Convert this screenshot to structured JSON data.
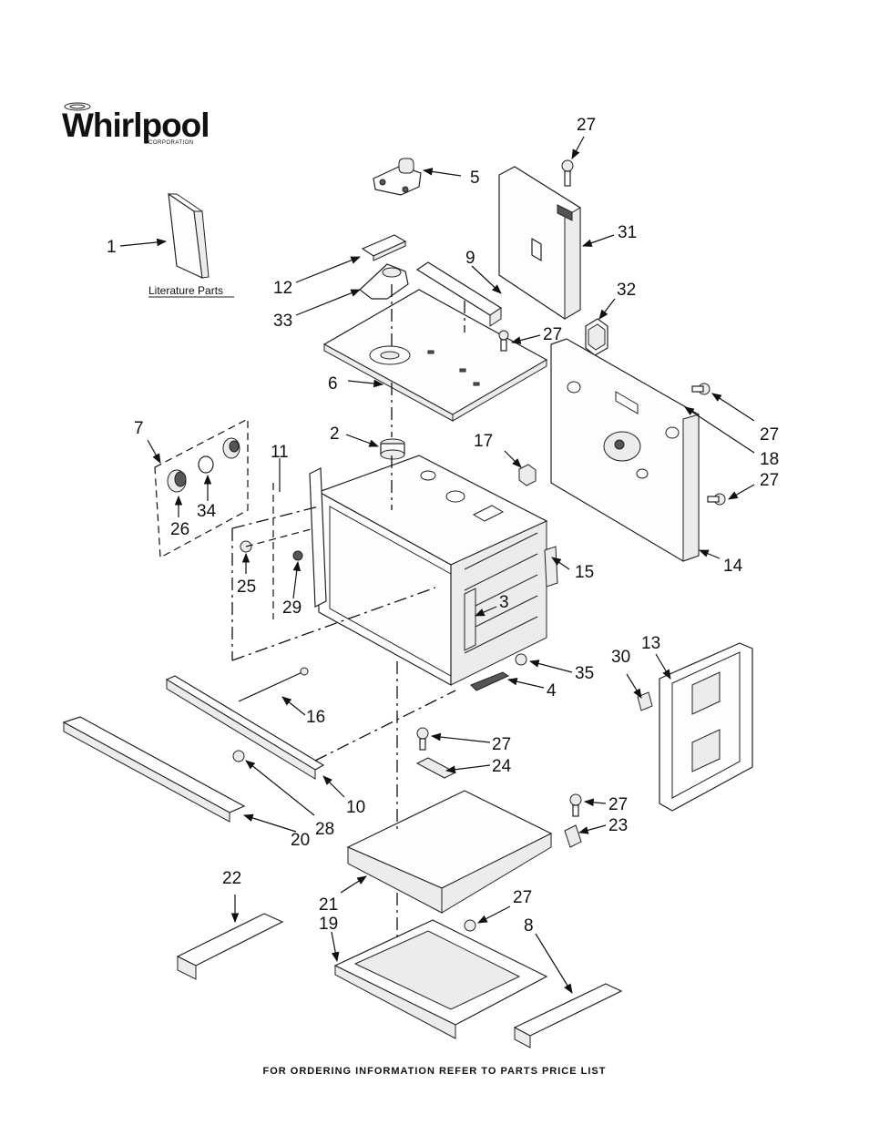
{
  "brand": {
    "name": "Whirlpool",
    "sub": "CORPORATION"
  },
  "literature_label": "Literature Parts",
  "footer": "FOR ORDERING INFORMATION REFER TO PARTS PRICE LIST",
  "callouts": {
    "c1": "1",
    "c2": "2",
    "c3": "3",
    "c4": "4",
    "c5": "5",
    "c6": "6",
    "c7": "7",
    "c8": "8",
    "c9": "9",
    "c10": "10",
    "c11": "11",
    "c12": "12",
    "c13": "13",
    "c14": "14",
    "c15": "15",
    "c16": "16",
    "c17": "17",
    "c18": "18",
    "c19": "19",
    "c20": "20",
    "c21": "21",
    "c22": "22",
    "c23": "23",
    "c24": "24",
    "c25": "25",
    "c26": "26",
    "c27a": "27",
    "c27b": "27",
    "c27c": "27",
    "c27d": "27",
    "c27e": "27",
    "c27f": "27",
    "c27g": "27",
    "c28": "28",
    "c29": "29",
    "c30": "30",
    "c31": "31",
    "c32": "32",
    "c33": "33",
    "c34": "34",
    "c35": "35"
  }
}
